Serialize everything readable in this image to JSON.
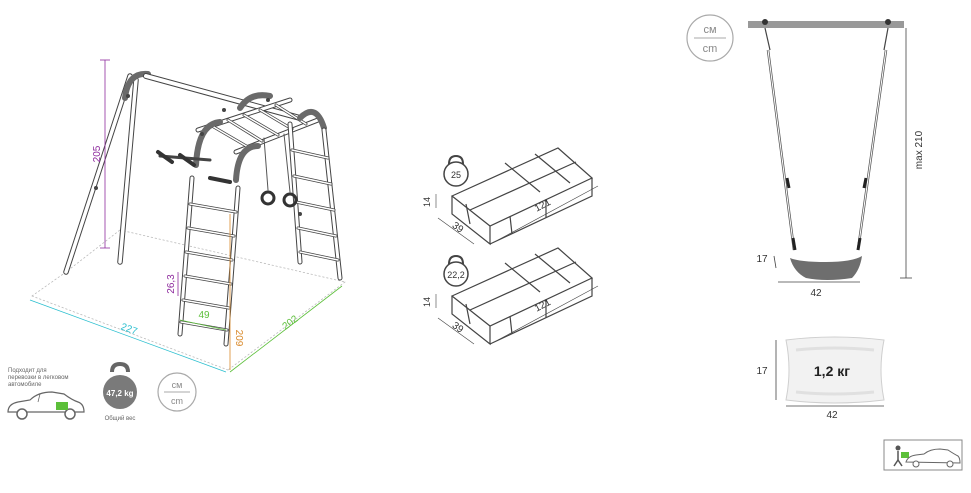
{
  "dims": {
    "height": "205",
    "width": "227",
    "depth": "202",
    "ladder_height": "209",
    "rung_width": "49",
    "rung_step": "26,3"
  },
  "boxes": [
    {
      "weight": "25",
      "length": "121",
      "depth": "39",
      "height": "14"
    },
    {
      "weight": "22,2",
      "length": "121",
      "depth": "39",
      "height": "14"
    }
  ],
  "swing": {
    "max_height": "max 210",
    "seat_width": "42",
    "seat_height": "17"
  },
  "bag": {
    "weight": "1,2 кг",
    "width": "42",
    "height": "17"
  },
  "units": {
    "top": "см",
    "bottom": "cm"
  },
  "car_note": "Подходит для перевозки в легковом автомобиле",
  "total_weight": "47,2 kg",
  "total_weight_label": "Общий вес",
  "colors": {
    "purple": "#8e2c9e",
    "cyan": "#2bbfcf",
    "green": "#5cbf3a",
    "orange": "#d98a2b",
    "gray": "#7a7a7a"
  }
}
